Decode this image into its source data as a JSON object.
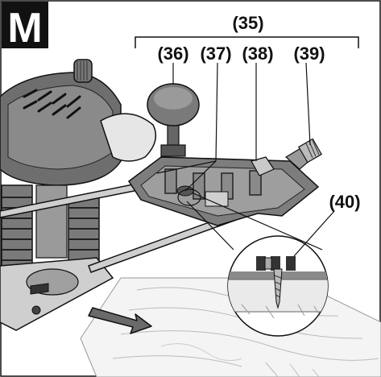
{
  "figure": {
    "letter": "M",
    "labels": {
      "group": "(35)",
      "l36": "(36)",
      "l37": "(37)",
      "l38": "(38)",
      "l39": "(39)",
      "l40": "(40)"
    }
  }
}
